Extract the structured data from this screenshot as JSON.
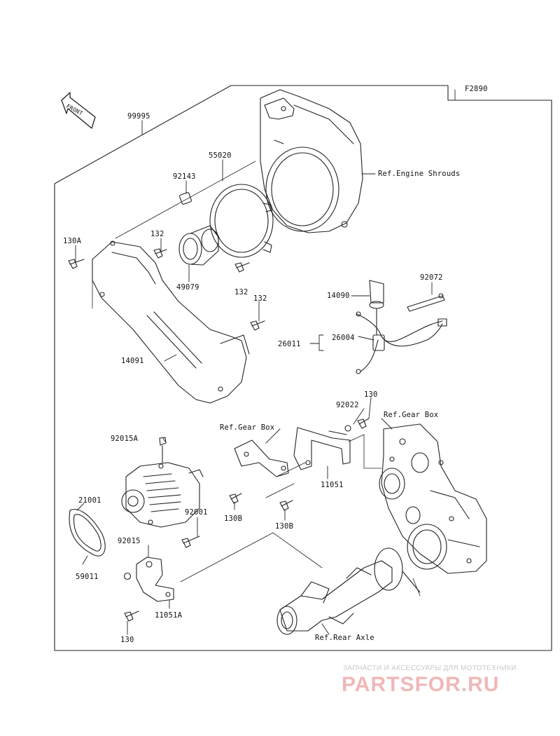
{
  "figure_code": "F2890",
  "front_label": "FRONT",
  "parts": {
    "p99995": "99995",
    "p55020": "55020",
    "p92143": "92143",
    "p130A": "130A",
    "p132_a": "132",
    "p49079": "49079",
    "p132_b": "132",
    "p132_c": "132",
    "p14091": "14091",
    "p14090": "14090",
    "p92072": "92072",
    "p26004": "26004",
    "p26011": "26011",
    "p130_a": "130",
    "p92022": "92022",
    "p92015A": "92015A",
    "p11051": "11051",
    "p130B_a": "130B",
    "p130B_b": "130B",
    "p21001": "21001",
    "p92001": "92001",
    "p92015": "92015",
    "p59011": "59011",
    "p11051A": "11051A",
    "p130_b": "130"
  },
  "refs": {
    "engine_shrouds": "Ref.Engine Shrouds",
    "gear_box_1": "Ref.Gear Box",
    "gear_box_2": "Ref.Gear Box",
    "rear_axle": "Ref.Rear Axle"
  },
  "watermark": {
    "top_text": "ЗАПЧАСТИ И АКСЕССУАРЫ ДЛЯ МОТОТЕХНИКИ",
    "logo_text": "PARTSFOR.RU",
    "color": "#f0b8b8"
  }
}
